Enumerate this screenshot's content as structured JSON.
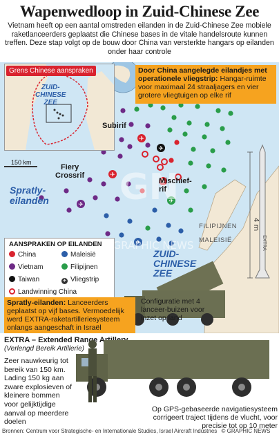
{
  "title": "Wapenwedloop in Zuid-Chinese Zee",
  "intro": "Vietnam heeft op een aantal omstreden eilanden in de Zuid-Chinese Zee mobiele raketlanceerders geplaatst die Chinese bases in de vitale handelsroute kunnen treffen. Deze stap volgt op de bouw door China van versterkte hangars op eilanden onder haar controle",
  "inset": {
    "claim_label": "Grens Chinese aanspraken",
    "sea_label": "ZUID-\nCHINESE\nZEE",
    "scale_label": "150 km"
  },
  "callouts": {
    "china_airstrip_title": "Door China aangelegde eilandjes met operationele vliegstrip:",
    "china_airstrip_body": " Hangar-ruimte voor maximaal 24 straaljagers en vier grotere vliegtuigen op elke rif",
    "spratly_title": "Spratly-eilanden:",
    "spratly_body": " Lanceerders geplaatst op vijf bases. Vermoedelijk werd EXTRA-raketartilleriesysteem onlangs aangeschaft in Israël"
  },
  "map_labels": {
    "subirif": "Subirif",
    "fiery": "Fiery\nCrossrif",
    "mischief": "Mischief-\nrif",
    "spratly": "Spratly-\neilanden",
    "philippines": "FILIPIJNEN",
    "malaysia": "MALEISIË",
    "sea": "ZUID-\nCHINESE\nZEE",
    "watermark": "GRAPHIC NEWS",
    "extra": "EXTRA",
    "height": "4 m"
  },
  "legend": {
    "header": "AANSPRAKEN OP EILANDEN",
    "items": [
      "China",
      "Maleisië",
      "Vietnam",
      "Filipijnen",
      "Taiwan",
      "Vliegstrip",
      "Landwinning China"
    ]
  },
  "colors": {
    "china": "#d9232e",
    "malaysia": "#2c5ea8",
    "vietnam": "#6e2a86",
    "philippines": "#2a9d4a",
    "taiwan": "#111111",
    "orange": "#f6a31f",
    "sea": "#cfe6f4"
  },
  "launcher": {
    "config_note": "Configuratie met 4 lanceer-buizen voor inzet op land",
    "gps_note": "Op GPS-gebaseerde navigatiesysteem corrigeert traject tijdens de vlucht, voor precisie tot op 10 meter"
  },
  "extra": {
    "title": "EXTRA – Extended Range Artillery",
    "subtitle": "(Verlengd Bereik Artillerie)",
    "body": "Zeer nauwkeurig tot bereik van 150 km. Lading 150 kg aan zware explosieven of kleinere bommen voor gelijktijdige aanval op meerdere doelen"
  },
  "footer": "Bronnen: Centrum voor Strategische- en Internationale Studies, Israel Aircraft Industries",
  "copyright": "© GRAPHIC NEWS"
}
